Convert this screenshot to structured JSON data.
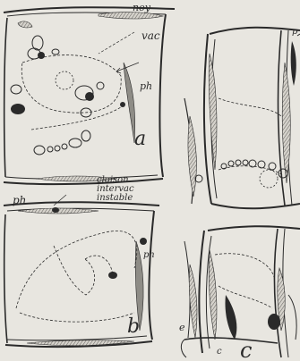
{
  "labels": {
    "noy": "noy",
    "vac": "vac",
    "ph_a": "ph",
    "a": "a",
    "ph_b_top": "ph",
    "ph_b_side": "ph",
    "cloison_1": "cloison",
    "cloison_2": "intervac",
    "cloison_3": "instable",
    "b": "b",
    "e_left": "e",
    "c_small": "c",
    "c_big": "c",
    "p_edge": "p"
  },
  "colors": {
    "paper": "#e8e6e0",
    "ink": "#2a2a2a",
    "shade": "#8e8c86"
  }
}
